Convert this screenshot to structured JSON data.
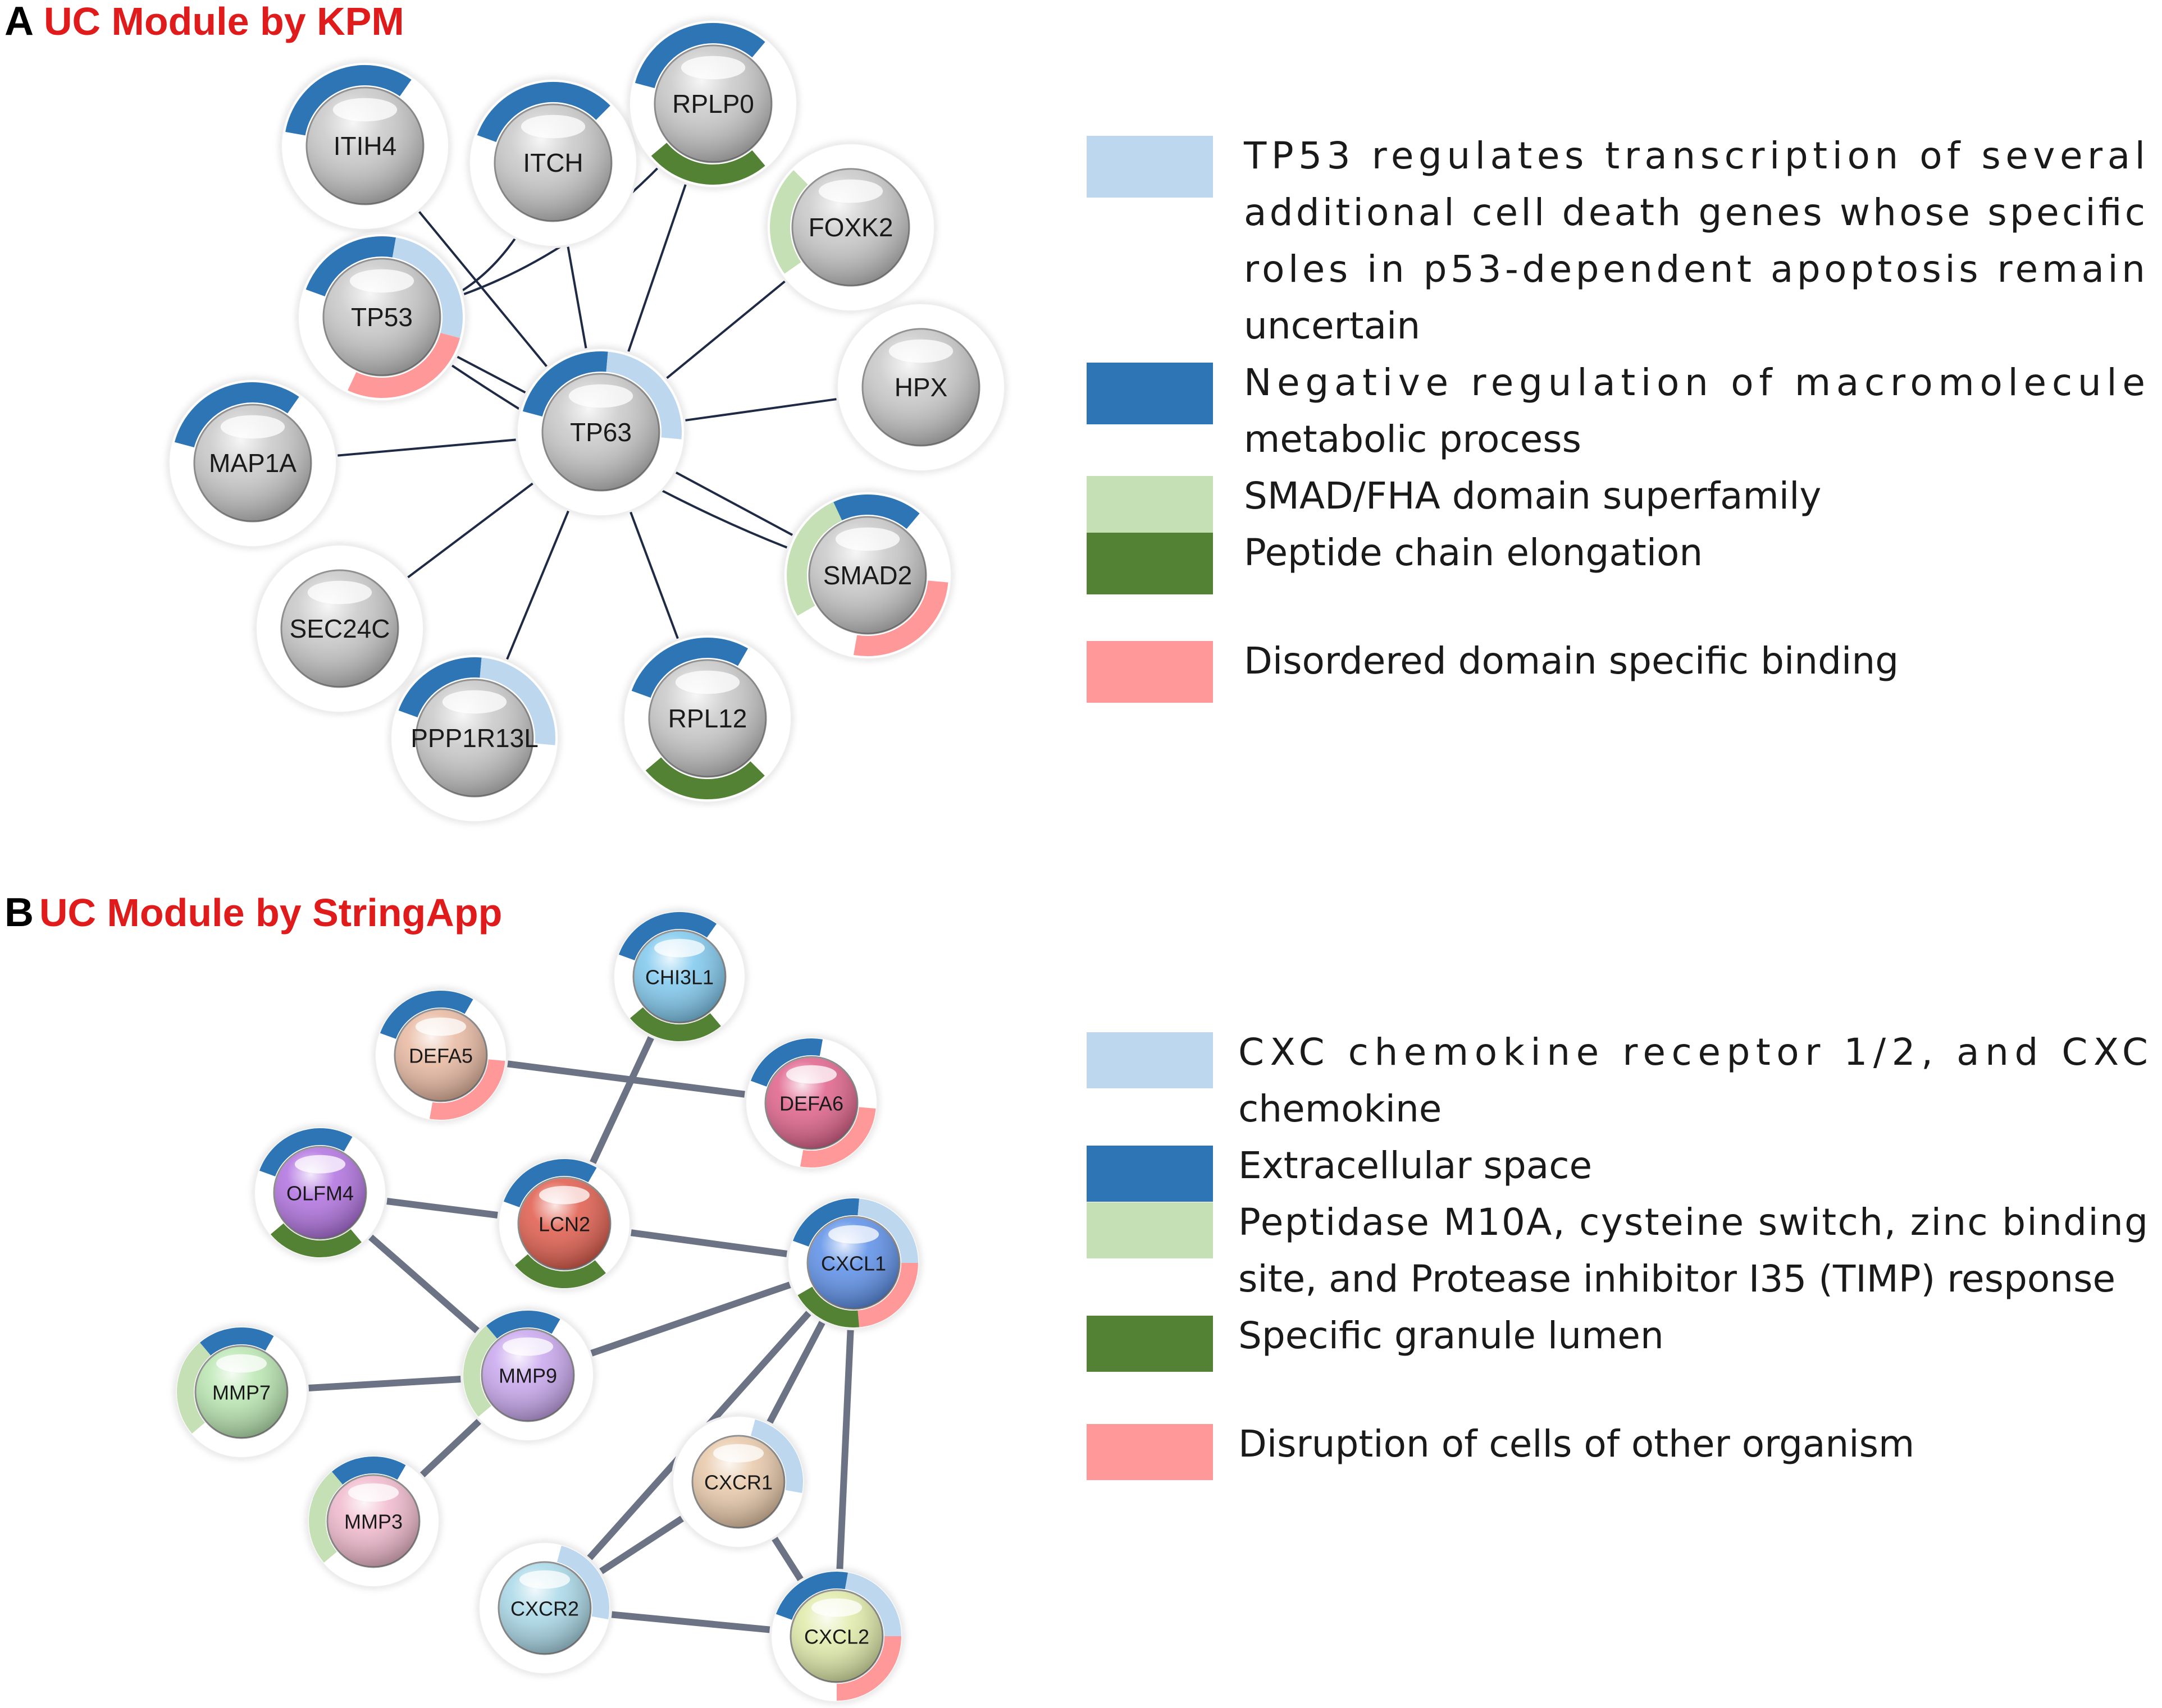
{
  "colors": {
    "light_blue": "#bdd7ee",
    "dark_blue": "#2e75b6",
    "light_green": "#c5e0b4",
    "dark_green": "#548235",
    "pink": "#ff9999",
    "title_red": "#e01b1b"
  },
  "panels": [
    {
      "letter": "A",
      "title": "UC Module by KPM",
      "nodes": [
        {
          "id": "ITIH4",
          "label": "ITIH4",
          "fill": "#c8c8c8",
          "segments": [
            "dark_blue"
          ]
        },
        {
          "id": "ITCH",
          "label": "ITCH",
          "fill": "#c8c8c8",
          "segments": [
            "dark_blue"
          ]
        },
        {
          "id": "RPLP0",
          "label": "RPLP0",
          "fill": "#c8c8c8",
          "segments": [
            "dark_blue",
            "dark_green"
          ]
        },
        {
          "id": "FOXK2",
          "label": "FOXK2",
          "fill": "#c8c8c8",
          "segments": [
            "light_green"
          ]
        },
        {
          "id": "TP53",
          "label": "TP53",
          "fill": "#c8c8c8",
          "segments": [
            "dark_blue",
            "light_blue",
            "pink"
          ]
        },
        {
          "id": "HPX",
          "label": "HPX",
          "fill": "#c8c8c8",
          "segments": []
        },
        {
          "id": "TP63",
          "label": "TP63",
          "fill": "#c8c8c8",
          "segments": [
            "dark_blue",
            "light_blue"
          ]
        },
        {
          "id": "MAP1A",
          "label": "MAP1A",
          "fill": "#c8c8c8",
          "segments": [
            "dark_blue"
          ]
        },
        {
          "id": "SMAD2",
          "label": "SMAD2",
          "fill": "#c8c8c8",
          "segments": [
            "dark_blue",
            "light_green",
            "pink"
          ]
        },
        {
          "id": "SEC24C",
          "label": "SEC24C",
          "fill": "#c8c8c8",
          "segments": []
        },
        {
          "id": "PPP1R13L",
          "label": "PPP1R13L",
          "fill": "#c8c8c8",
          "segments": [
            "dark_blue",
            "light_blue"
          ]
        },
        {
          "id": "RPL12",
          "label": "RPL12",
          "fill": "#c8c8c8",
          "segments": [
            "dark_blue",
            "dark_green"
          ]
        }
      ],
      "edges": [
        [
          "TP63",
          "ITIH4"
        ],
        [
          "TP63",
          "ITCH"
        ],
        [
          "TP63",
          "RPLP0"
        ],
        [
          "TP63",
          "FOXK2"
        ],
        [
          "TP63",
          "TP53"
        ],
        [
          "TP63",
          "HPX"
        ],
        [
          "TP63",
          "MAP1A"
        ],
        [
          "TP63",
          "SMAD2"
        ],
        [
          "TP63",
          "SEC24C"
        ],
        [
          "TP63",
          "PPP1R13L"
        ],
        [
          "TP63",
          "RPL12"
        ],
        [
          "TP53",
          "ITCH"
        ],
        [
          "TP53",
          "RPLP0"
        ],
        [
          "TP53",
          "SMAD2"
        ]
      ],
      "legend": [
        {
          "color": "light_blue",
          "lines": [
            "TP53 regulates transcription of several",
            "additional cell death genes whose specific",
            "roles in p53-dependent apoptosis remain",
            "uncertain"
          ]
        },
        {
          "color": "dark_blue",
          "lines": [
            "Negative regulation of macromolecule",
            "metabolic process"
          ]
        },
        {
          "color": "light_green",
          "lines": [
            "SMAD/FHA domain superfamily"
          ]
        },
        {
          "color": "dark_green",
          "lines": [
            "Peptide chain elongation"
          ]
        },
        {
          "color": "pink",
          "lines": [
            "Disordered domain specific binding"
          ]
        }
      ]
    },
    {
      "letter": "B",
      "title": "UC Module by StringApp",
      "nodes": [
        {
          "id": "CHI3L1",
          "label": "CHI3L1",
          "fill": "#7ec8ee",
          "segments": [
            "dark_blue",
            "dark_green"
          ]
        },
        {
          "id": "DEFA5",
          "label": "DEFA5",
          "fill": "#e8b8a0",
          "segments": [
            "dark_blue",
            "pink"
          ]
        },
        {
          "id": "DEFA6",
          "label": "DEFA6",
          "fill": "#e0608a",
          "segments": [
            "dark_blue",
            "pink"
          ]
        },
        {
          "id": "OLFM4",
          "label": "OLFM4",
          "fill": "#b070e0",
          "segments": [
            "dark_blue",
            "dark_green"
          ]
        },
        {
          "id": "LCN2",
          "label": "LCN2",
          "fill": "#e05a4a",
          "segments": [
            "dark_blue",
            "dark_green"
          ]
        },
        {
          "id": "CXCL1",
          "label": "CXCL1",
          "fill": "#5a8ee8",
          "segments": [
            "dark_blue",
            "light_blue",
            "pink",
            "dark_green"
          ]
        },
        {
          "id": "MMP7",
          "label": "MMP7",
          "fill": "#b8e6b0",
          "segments": [
            "dark_blue",
            "light_green"
          ]
        },
        {
          "id": "MMP9",
          "label": "MMP9",
          "fill": "#c8a6ee",
          "segments": [
            "dark_blue",
            "light_green"
          ]
        },
        {
          "id": "MMP3",
          "label": "MMP3",
          "fill": "#f0b8cc",
          "segments": [
            "dark_blue",
            "light_green"
          ]
        },
        {
          "id": "CXCR1",
          "label": "CXCR1",
          "fill": "#e8c8a8",
          "segments": [
            "light_blue"
          ]
        },
        {
          "id": "CXCR2",
          "label": "CXCR2",
          "fill": "#a8d8e8",
          "segments": [
            "light_blue"
          ]
        },
        {
          "id": "CXCL2",
          "label": "CXCL2",
          "fill": "#e0eaa8",
          "segments": [
            "dark_blue",
            "light_blue",
            "pink"
          ]
        }
      ],
      "edges": [
        [
          "DEFA5",
          "DEFA6"
        ],
        [
          "CHI3L1",
          "LCN2"
        ],
        [
          "OLFM4",
          "LCN2"
        ],
        [
          "OLFM4",
          "MMP9"
        ],
        [
          "LCN2",
          "CXCL1"
        ],
        [
          "MMP9",
          "CXCL1"
        ],
        [
          "MMP7",
          "MMP9"
        ],
        [
          "MMP3",
          "MMP9"
        ],
        [
          "CXCL1",
          "CXCR1"
        ],
        [
          "CXCL1",
          "CXCR2"
        ],
        [
          "CXCL1",
          "CXCL2"
        ],
        [
          "CXCR1",
          "CXCR2"
        ],
        [
          "CXCR1",
          "CXCL2"
        ],
        [
          "CXCR2",
          "CXCL2"
        ]
      ],
      "legend": [
        {
          "color": "light_blue",
          "lines": [
            "CXC chemokine receptor 1/2, and CXC",
            "chemokine"
          ]
        },
        {
          "color": "dark_blue",
          "lines": [
            "Extracellular space"
          ]
        },
        {
          "color": "light_green",
          "lines": [
            "Peptidase M10A, cysteine switch, zinc binding",
            "site, and Protease inhibitor I35 (TIMP) response"
          ]
        },
        {
          "color": "dark_green",
          "lines": [
            "Specific granule lumen"
          ]
        },
        {
          "color": "pink",
          "lines": [
            "Disruption of cells of other organism"
          ]
        }
      ]
    }
  ]
}
